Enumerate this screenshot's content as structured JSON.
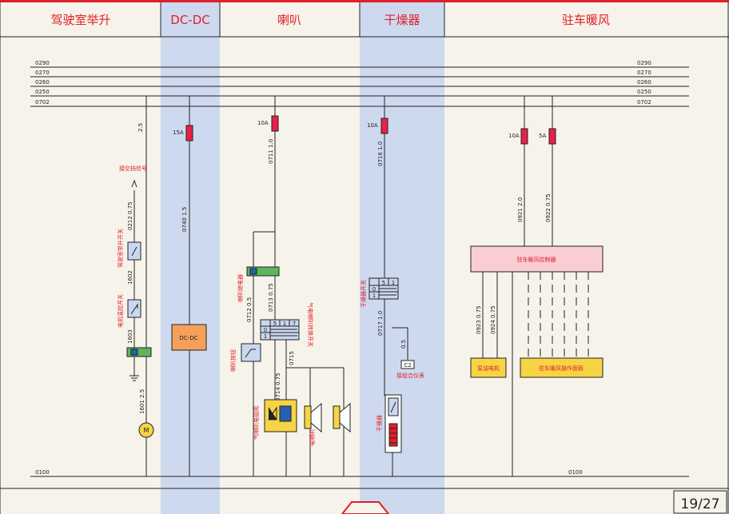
{
  "colors": {
    "accent": "#e0202a",
    "header_blue": "#cdd9ee",
    "frame": "#222222",
    "fuse": "#e8204a",
    "relay": "#5bb55b",
    "module_orange": "#f4a05a",
    "module_pink": "#f9cdd3",
    "module_yellow": "#f7d444",
    "switch_blue": "#c9d8f0",
    "motor": "#f7d444"
  },
  "headers": [
    "驾驶室举升",
    "DC-DC",
    "喇叭",
    "干燥器",
    "驻车暖风"
  ],
  "page_indicator": "19/27",
  "buses": [
    "0290",
    "0270",
    "0260",
    "0250",
    "0702"
  ],
  "ground_bus": "0100",
  "cab_lift": {
    "wire_top": "2.5",
    "signal_label": "接空挡信号",
    "wire_0212": "0212  0.75",
    "switch_label": "驾驶室举升开关",
    "wire_1602": "1602",
    "limit_label": "电机温控开关",
    "wire_1603": "1603",
    "wire_1601": "1601  2.5",
    "motor_label": "M"
  },
  "dcdc": {
    "fuse": "15A",
    "wire": "0740  1.5",
    "module": "DC-DC"
  },
  "horn": {
    "fuse": "10A",
    "wire_0711": "0711  1.0",
    "relay_label": "喇叭继电器",
    "wire_0713": "0713  0.75",
    "wire_0712": "0712  0.5",
    "switch_label": "气电喇叭转换开关",
    "switch_rows": [
      [
        "5",
        "1",
        "7"
      ],
      [
        "0"
      ],
      [
        "1"
      ]
    ],
    "button_label": "喇叭按钮",
    "wire_0715": "0715",
    "wire_0714": "0714  0.75",
    "valve_label": "气喇叭电磁阀",
    "horn_label": "电喇叭"
  },
  "dryer": {
    "fuse": "10A",
    "wire_0716": "0716  1.0",
    "switch_label": "干燥器开关",
    "switch_rows": [
      [
        "5",
        "1"
      ],
      [
        "0"
      ],
      [
        "1"
      ]
    ],
    "wire_0717": "0717  1.0",
    "wire_05": "0.5",
    "c2": "C2",
    "meter_label": "接组合仪表",
    "heater_label": "干燥器"
  },
  "heater": {
    "fuse1": "10A",
    "fuse2": "5A",
    "wire_0921": "0921  2.0",
    "wire_0922": "0922  0.75",
    "controller": "驻车暖风控制器",
    "wire_0923": "0923  0.75",
    "wire_0924": "0924  0.75",
    "pump": "泵油电机",
    "panel": "驻车暖风操作面板"
  }
}
